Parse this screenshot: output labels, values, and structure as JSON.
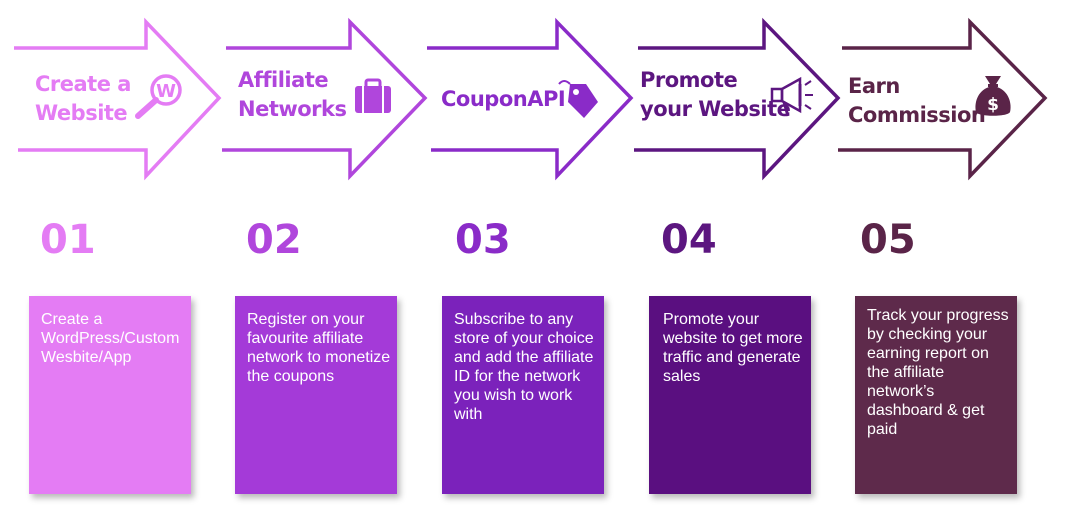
{
  "steps": [
    {
      "title_lines": [
        "Create a",
        "Website"
      ],
      "number": "01",
      "description": "Create a WordPress/Custom Wesbite/App",
      "icon": "search-w-icon",
      "color": "#e47cf4",
      "box_color": "#e47cf4"
    },
    {
      "title_lines": [
        "Affiliate",
        "Networks"
      ],
      "number": "02",
      "description": "Register on your favourite affiliate network to monetize the coupons",
      "icon": "briefcase-icon",
      "color": "#b046dc",
      "box_color": "#a43ad8"
    },
    {
      "title_lines": [
        "CouponAPI"
      ],
      "number": "03",
      "description": "Subscribe to any store of your choice and add the affiliate ID for the network you wish to work with",
      "icon": "price-tag-icon",
      "color": "#8a2bc8",
      "box_color": "#7b22bb"
    },
    {
      "title_lines": [
        "Promote",
        "your Website"
      ],
      "number": "04",
      "description": "Promote your website to get more traffic and generate sales",
      "icon": "megaphone-icon",
      "color": "#5c1680",
      "box_color": "#5a0f80"
    },
    {
      "title_lines": [
        "Earn",
        "Commission"
      ],
      "number": "05",
      "description": "Track your progress by checking your earning report on the affiliate network’s dashboard & get paid",
      "icon": "money-bag-icon",
      "color": "#5a2448",
      "box_color": "#5e2a4b"
    }
  ]
}
